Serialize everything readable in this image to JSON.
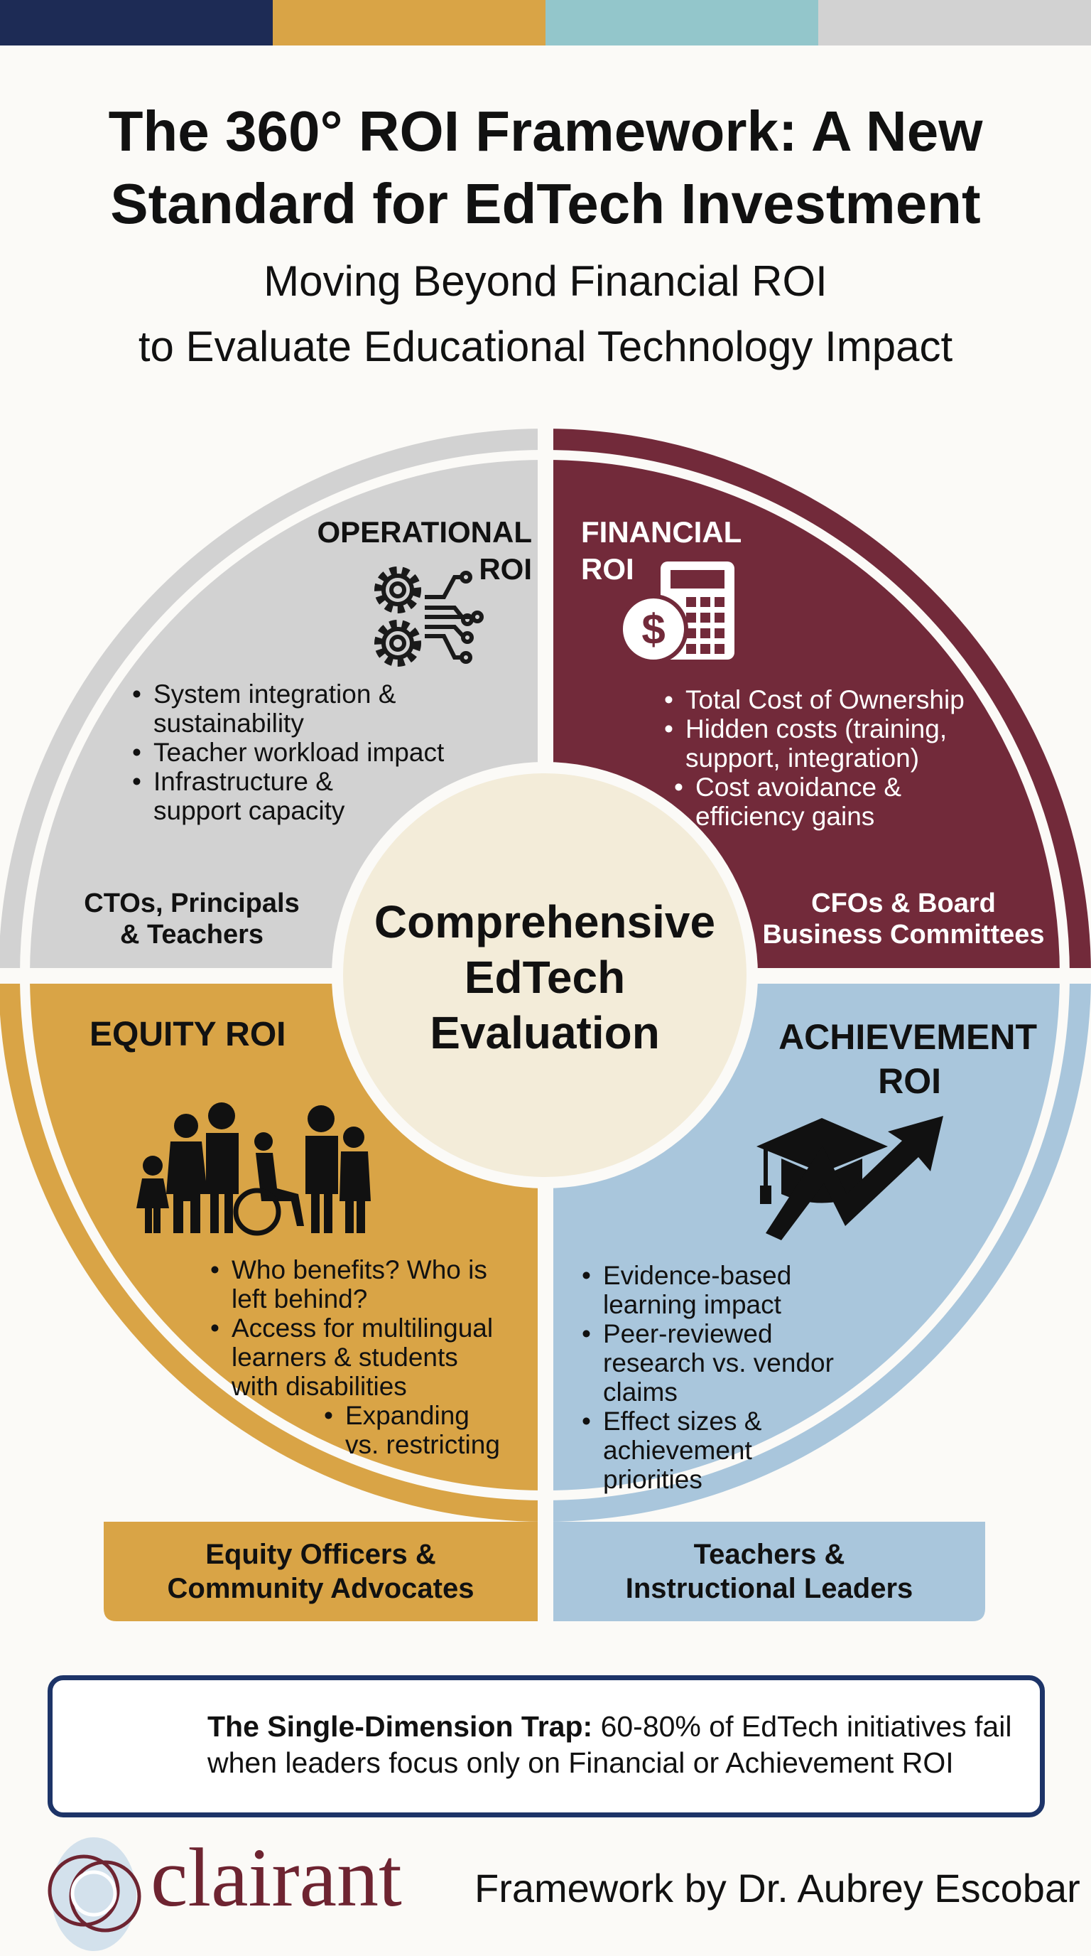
{
  "colors": {
    "navy": "#1d2b55",
    "gold": "#d9a446",
    "teal": "#93c6cb",
    "gray": "#d2d2d2",
    "maroon": "#722a3a",
    "blue": "#a9c6dc",
    "cream": "#f3ecd9"
  },
  "header": {
    "title_line1": "The 360° ROI Framework: A New",
    "title_line2": "Standard for EdTech Investment",
    "subtitle_line1": "Moving Beyond Financial ROI",
    "subtitle_line2": "to Evaluate Educational Technology Impact"
  },
  "center": {
    "line1": "Comprehensive",
    "line2": "EdTech",
    "line3": "Evaluation"
  },
  "operational": {
    "title_line1": "OPERATIONAL",
    "title_line2": "ROI",
    "icon": "gears-circuit-icon",
    "bullets": [
      "System integration & sustainability",
      "Teacher workload impact",
      "Infrastructure & support capacity"
    ],
    "audience_line1": "CTOs, Principals",
    "audience_line2": "& Teachers"
  },
  "financial": {
    "title_line1": "FINANCIAL",
    "title_line2": "ROI",
    "icon": "calculator-dollar-icon",
    "bullets": [
      "Total Cost of Ownership",
      "Hidden costs (training, support, integration)",
      "Cost avoidance & efficiency gains"
    ],
    "audience_line1": "CFOs & Board",
    "audience_line2": "Business Committees"
  },
  "equity": {
    "title": "EQUITY ROI",
    "icon": "diverse-family-icon",
    "bullets": [
      "Who benefits? Who is left behind?",
      "Access for multilingual learners & students with disabilities",
      "Expanding vs. restricting"
    ],
    "audience_line1": "Equity Officers &",
    "audience_line2": "Community Advocates"
  },
  "achievement": {
    "title_line1": "ACHIEVEMENT",
    "title_line2": "ROI",
    "icon": "graduation-cap-arrow-icon",
    "bullets": [
      "Evidence-based learning impact",
      "Peer-reviewed research vs. vendor claims",
      "Effect sizes & achievement priorities"
    ],
    "audience_line1": "Teachers &",
    "audience_line2": "Instructional Leaders"
  },
  "warning": {
    "icon": "warning-icon",
    "bold": "The Single-Dimension Trap:",
    "text": " 60-80% of EdTech initiatives fail when leaders focus only on Financial or Achievement ROI"
  },
  "footer": {
    "logo": "clairant",
    "credit": "Framework by Dr. Aubrey Escobar"
  }
}
